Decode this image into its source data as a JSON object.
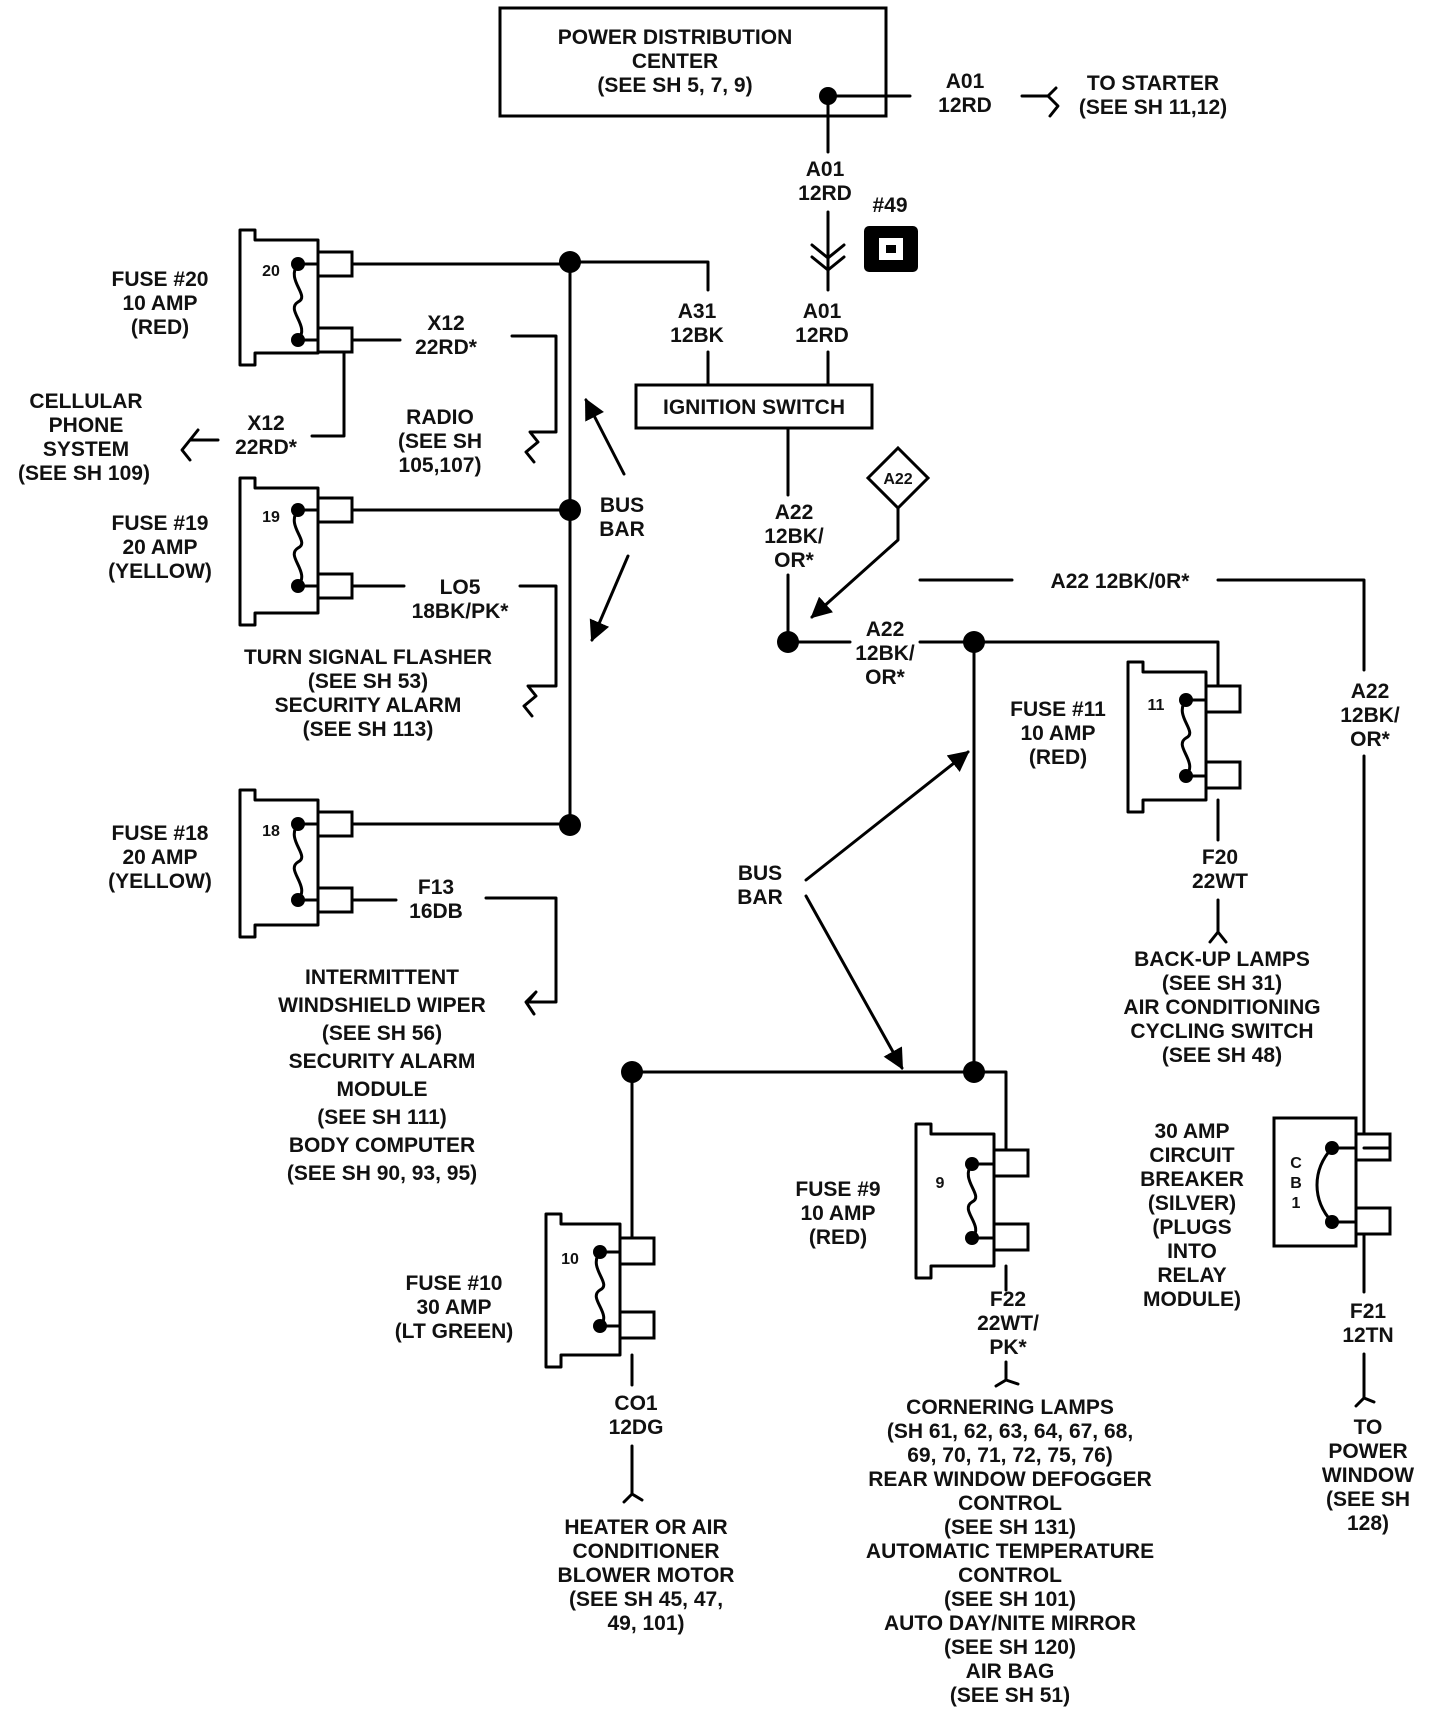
{
  "pdc": {
    "lines": [
      "POWER DISTRIBUTION",
      "CENTER",
      "(SEE SH 5, 7, 9)"
    ]
  },
  "wires": {
    "a01_top": [
      "A01",
      "12RD"
    ],
    "starter": [
      "TO  STARTER",
      "(SEE SH 11,12)"
    ],
    "a01_mid": [
      "A01",
      "12RD"
    ],
    "connector_49": "#49",
    "a31": [
      "A31",
      "12BK"
    ],
    "a01_ign": [
      "A01",
      "12RD"
    ],
    "ignition_switch": "IGNITION SWITCH",
    "a22_ign": [
      "A22",
      "12BK/",
      "OR*"
    ],
    "a22_diamond": "A22",
    "a22_top_run": "A22  12BK/0R*",
    "a22_node": [
      "A22",
      "12BK/",
      "OR*"
    ],
    "a22_right": [
      "A22",
      "12BK/",
      "OR*"
    ],
    "x12_upper": [
      "X12",
      "22RD*"
    ],
    "x12_lower": [
      "X12",
      "22RD*"
    ],
    "lo5": [
      "LO5",
      "18BK/PK*"
    ],
    "f13": [
      "F13",
      "16DB"
    ],
    "f20": [
      "F20",
      "22WT"
    ],
    "f22": [
      "F22",
      "22WT/",
      "PK*"
    ],
    "c01": [
      "CO1",
      "12DG"
    ],
    "f21": [
      "F21",
      "12TN"
    ]
  },
  "fuses": {
    "f20": {
      "num": "20",
      "label": [
        "FUSE #20",
        "10 AMP",
        "(RED)"
      ]
    },
    "f19": {
      "num": "19",
      "label": [
        "FUSE #19",
        "20 AMP",
        "(YELLOW)"
      ]
    },
    "f18": {
      "num": "18",
      "label": [
        "FUSE #18",
        "20 AMP",
        "(YELLOW)"
      ]
    },
    "f11": {
      "num": "11",
      "label": [
        "FUSE #11",
        "10 AMP",
        "(RED)"
      ]
    },
    "f9": {
      "num": "9",
      "label": [
        "FUSE #9",
        "10 AMP",
        "(RED)"
      ]
    },
    "f10": {
      "num": "10",
      "label": [
        "FUSE #10",
        "30 AMP",
        "(LT GREEN)"
      ]
    },
    "cb1": {
      "num": [
        "C",
        "B",
        "1"
      ],
      "label": [
        "30 AMP",
        "CIRCUIT",
        "BREAKER",
        "(SILVER)",
        "(PLUGS",
        "INTO",
        "RELAY",
        "MODULE)"
      ]
    }
  },
  "bus_bar_left": [
    "BUS",
    "BAR"
  ],
  "bus_bar_center": [
    "BUS",
    "BAR"
  ],
  "destinations": {
    "cellular": [
      "CELLULAR",
      "PHONE",
      "SYSTEM",
      "(SEE SH 109)"
    ],
    "radio": [
      "RADIO",
      "(SEE SH",
      "105,107)"
    ],
    "turn_signal": [
      "TURN SIGNAL FLASHER",
      "(SEE SH 53)",
      "SECURITY ALARM",
      "(SEE SH 113)"
    ],
    "wiper": [
      "INTERMITTENT",
      "WINDSHIELD WIPER",
      "(SEE SH 56)",
      "SECURITY ALARM",
      "MODULE",
      "(SEE SH 111)",
      "BODY COMPUTER",
      "(SEE SH 90, 93, 95)"
    ],
    "backup": [
      "BACK-UP LAMPS",
      "(SEE SH 31)",
      "AIR CONDITIONING",
      "CYCLING SWITCH",
      "(SEE SH 48)"
    ],
    "cornering": [
      "CORNERING LAMPS",
      "(SH 61, 62, 63, 64, 67, 68,",
      "69, 70, 71, 72, 75, 76)",
      "REAR WINDOW DEFOGGER",
      "CONTROL",
      "(SEE SH 131)",
      "AUTOMATIC TEMPERATURE",
      "CONTROL",
      "(SEE SH 101)",
      "AUTO DAY/NITE MIRROR",
      "(SEE SH 120)",
      "AIR BAG",
      "(SEE SH 51)"
    ],
    "heater": [
      "HEATER OR AIR",
      "CONDITIONER",
      "BLOWER MOTOR",
      "(SEE SH 45, 47,",
      "49, 101)"
    ],
    "power_window": [
      "TO",
      "POWER",
      "WINDOW",
      "(SEE SH",
      "128)"
    ]
  }
}
